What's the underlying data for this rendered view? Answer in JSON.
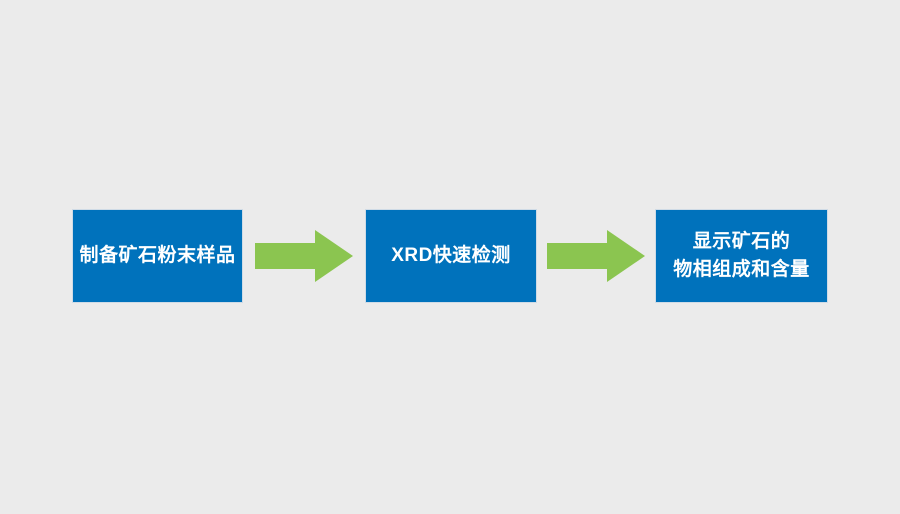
{
  "background_color": "#ebebeb",
  "flowchart": {
    "box_fill_color": "#0072bc",
    "box_border_color": "#cfdbe6",
    "arrow_color": "#8bc550",
    "text_color": "#ffffff",
    "direction": "left-to-right",
    "steps": [
      {
        "id": 1,
        "label": "制备矿石粉末样品"
      },
      {
        "id": 2,
        "label": "XRD快速检测"
      },
      {
        "id": 3,
        "label": "显示矿石的\n物相组成和含量"
      }
    ],
    "connectors": [
      {
        "from": 1,
        "to": 2,
        "type": "arrow-right"
      },
      {
        "from": 2,
        "to": 3,
        "type": "arrow-right"
      }
    ]
  }
}
